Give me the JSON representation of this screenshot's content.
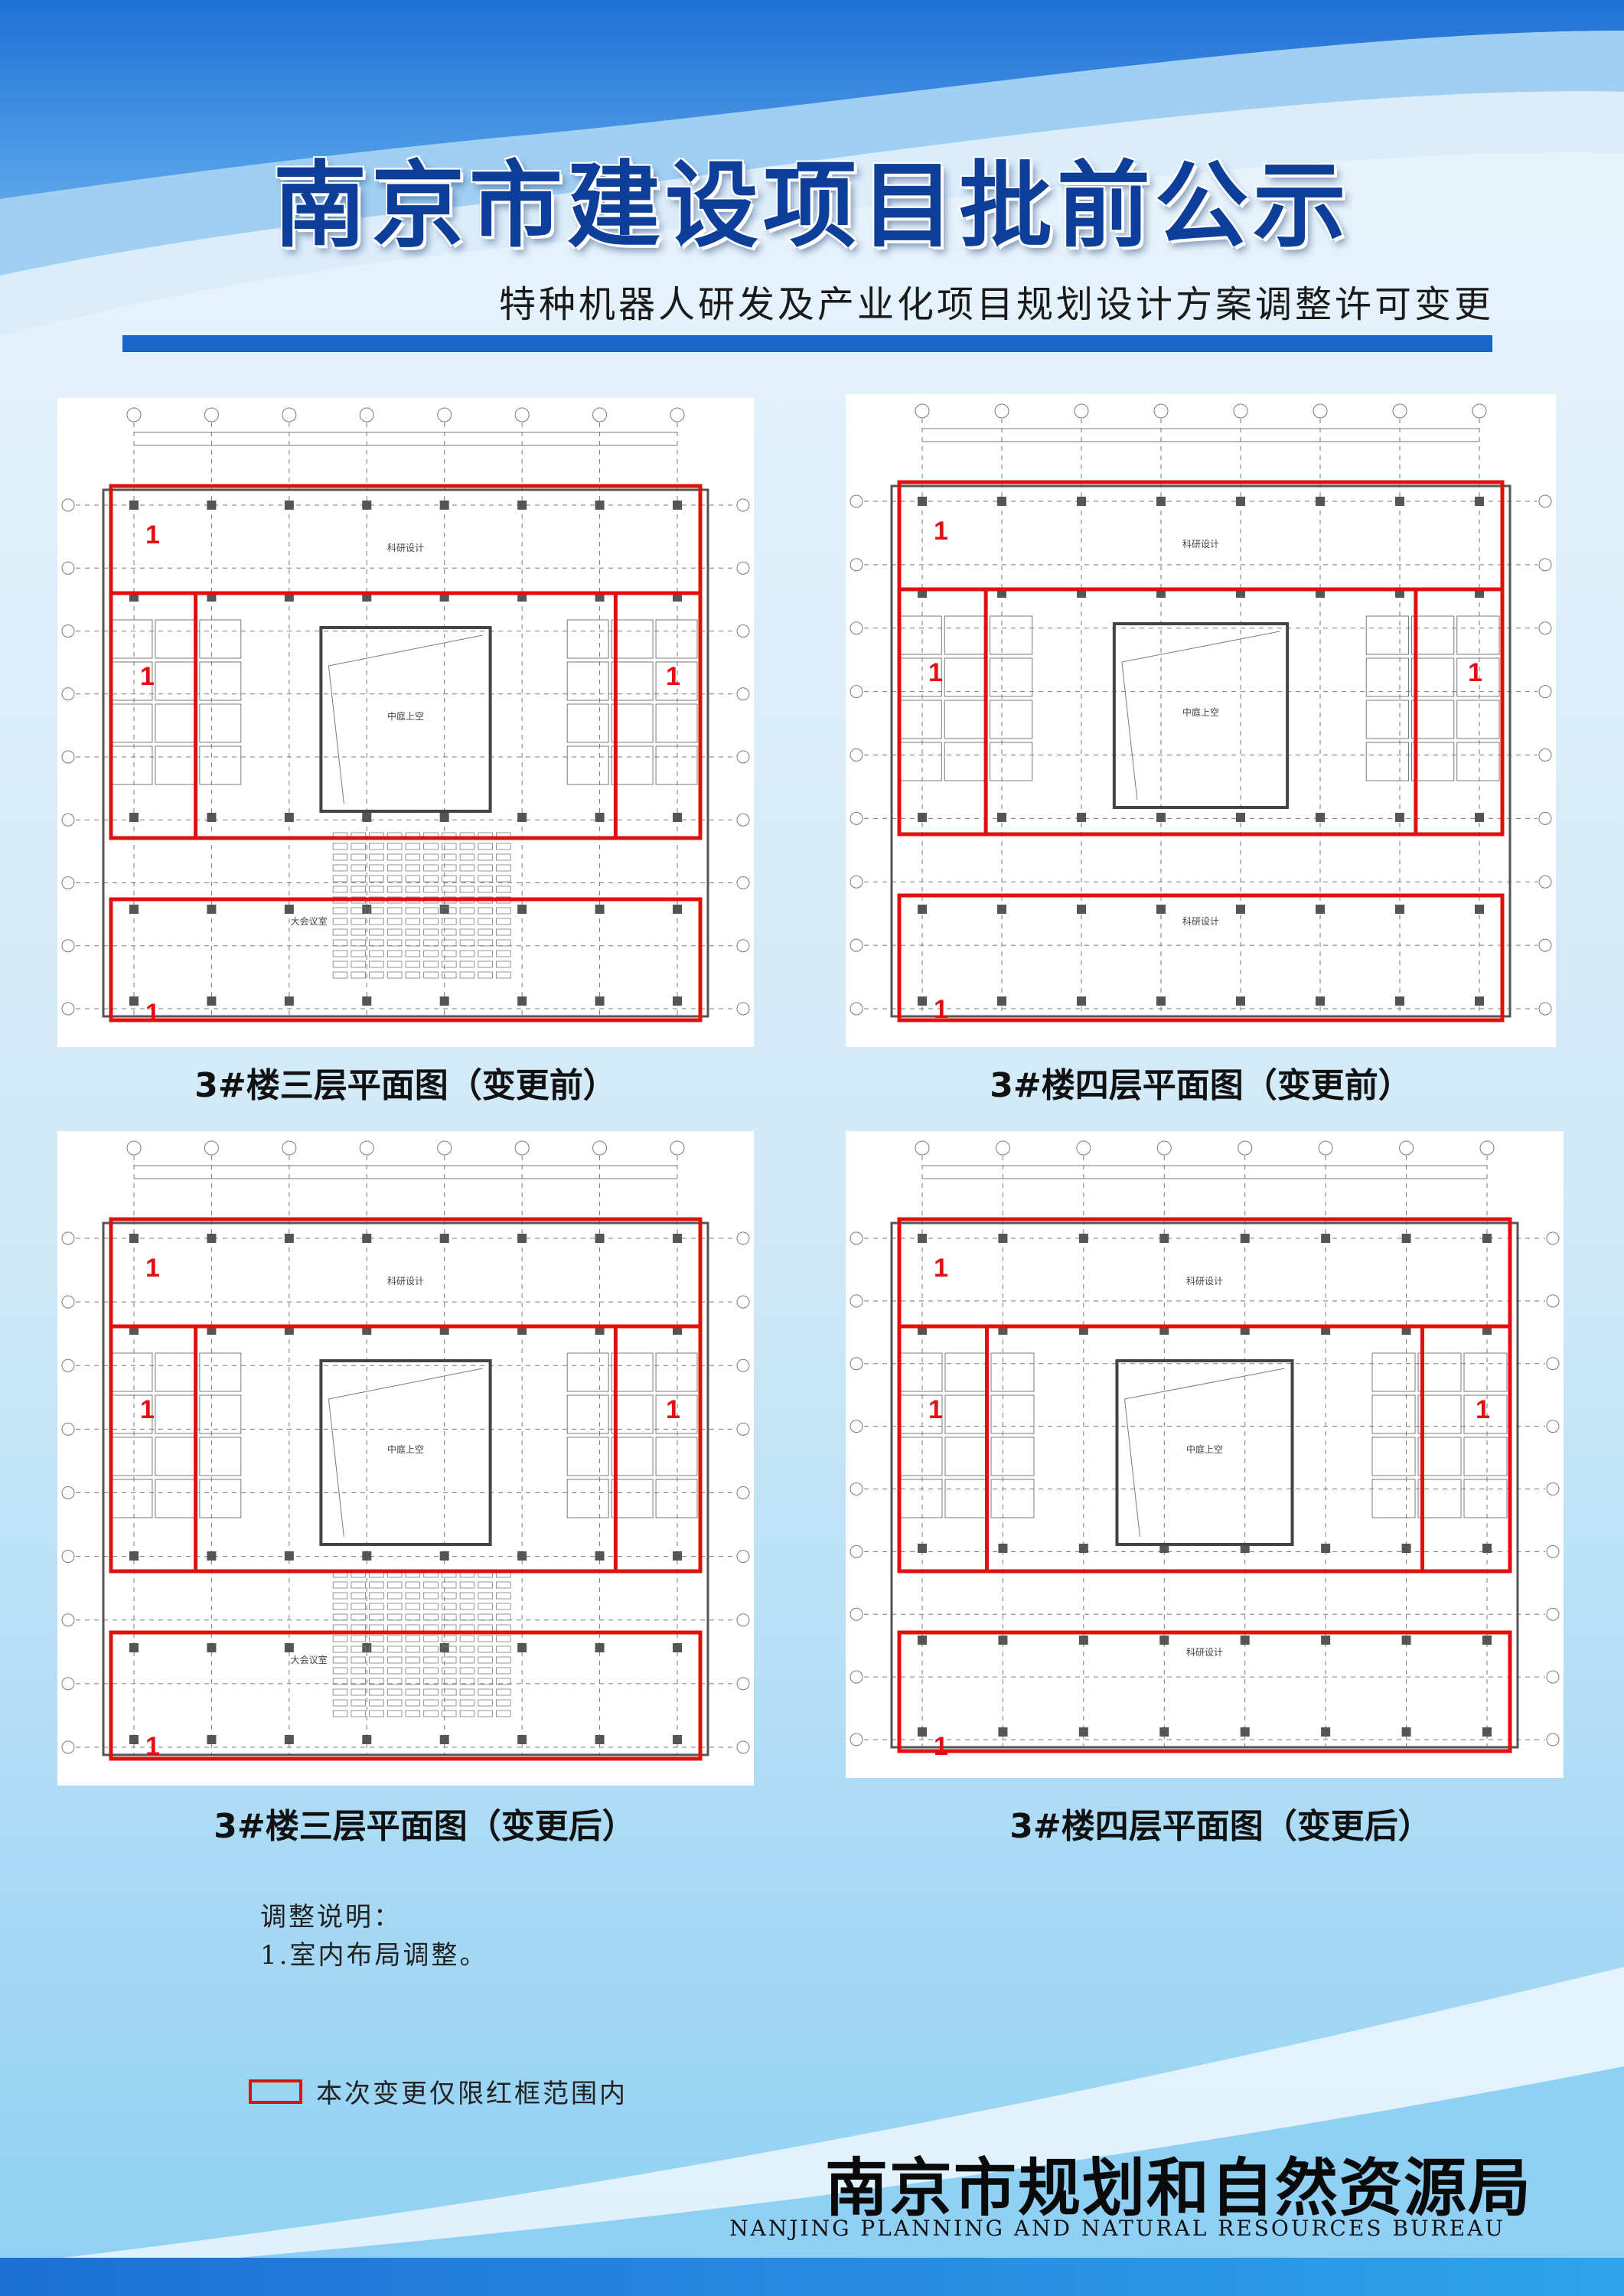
{
  "header": {
    "title": "南京市建设项目批前公示",
    "subtitle": "特种机器人研发及产业化项目规划设计方案调整许可变更"
  },
  "plans": [
    {
      "caption": "3#楼三层平面图（变更前）",
      "room_center": "中庭上空",
      "room_top": "科研设计",
      "room_bottom": "大会议室"
    },
    {
      "caption": "3#楼四层平面图（变更前）",
      "room_center": "中庭上空",
      "room_top": "科研设计",
      "room_bottom": "科研设计"
    },
    {
      "caption": "3#楼三层平面图（变更后）",
      "room_center": "中庭上空",
      "room_top": "科研设计",
      "room_bottom": "大会议室"
    },
    {
      "caption": "3#楼四层平面图（变更后）",
      "room_center": "中庭上空",
      "room_top": "科研设计",
      "room_bottom": "科研设计"
    }
  ],
  "change_marker": "1",
  "notes": {
    "heading": "调整说明：",
    "item1": "1.室内布局调整。"
  },
  "legend": {
    "label": "本次变更仅限红框范围内",
    "color": "#e01010"
  },
  "footer": {
    "agency": "南京市规划和自然资源局",
    "agency_en": "NANJING PLANNING AND NATURAL RESOURCES BUREAU"
  },
  "colors": {
    "primary_blue": "#1a64c8",
    "title_blue": "#0d3f9a",
    "highlight_red": "#e01010"
  }
}
